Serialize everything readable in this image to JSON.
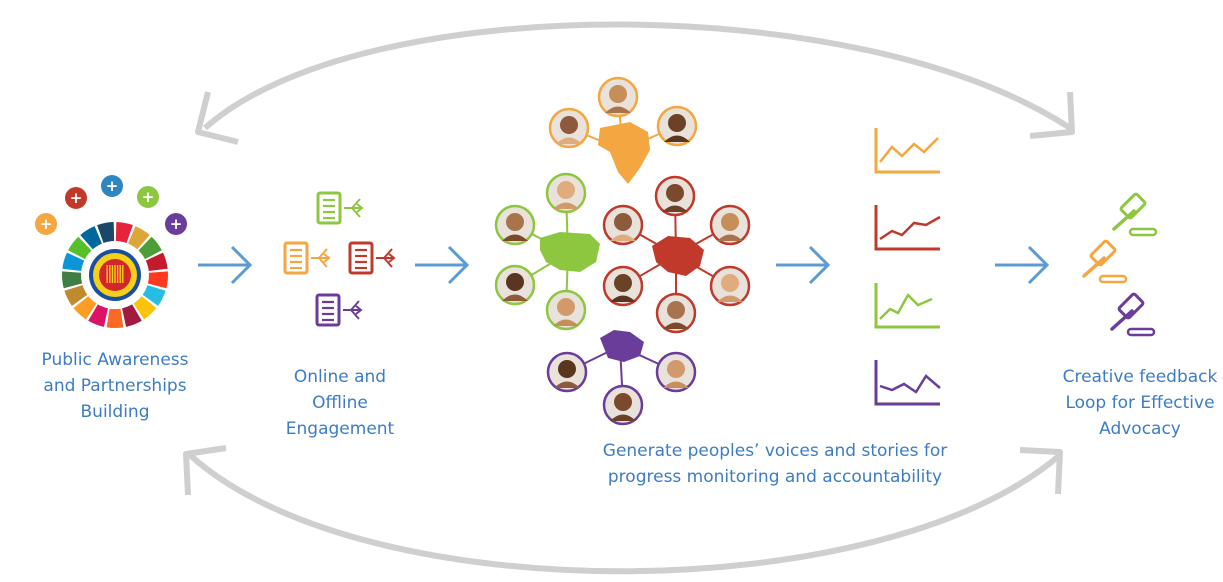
{
  "stages": [
    {
      "id": "awareness",
      "label_lines": [
        "Public Awareness",
        "and Partnerships",
        "Building"
      ]
    },
    {
      "id": "engagement",
      "label_lines": [
        "Online and",
        "Offline",
        "Engagement"
      ]
    },
    {
      "id": "voices",
      "label_lines": [
        "Generate peoples’ voices and stories for",
        "progress monitoring and accountability"
      ]
    },
    {
      "id": "feedback",
      "label_lines": [
        "Creative feedback",
        "Loop for Effective",
        "Advocacy"
      ]
    }
  ],
  "colors": {
    "arrow": "#5b9bd5",
    "loop": "#cfcfcf",
    "label": "#3d7cc4",
    "orange": "#f4a640",
    "red": "#c0392b",
    "green": "#8dc63f",
    "purple": "#6a3d9a",
    "blue": "#2e86c1"
  },
  "icons": {
    "sdg_wheel": "sdg-wheel-icon",
    "engagement": "document-share-icon",
    "regions": [
      "africa-map-icon",
      "usa-map-icon",
      "china-map-icon",
      "australia-map-icon"
    ],
    "charts": "line-chart-icon",
    "advocacy": "gavel-icon"
  }
}
